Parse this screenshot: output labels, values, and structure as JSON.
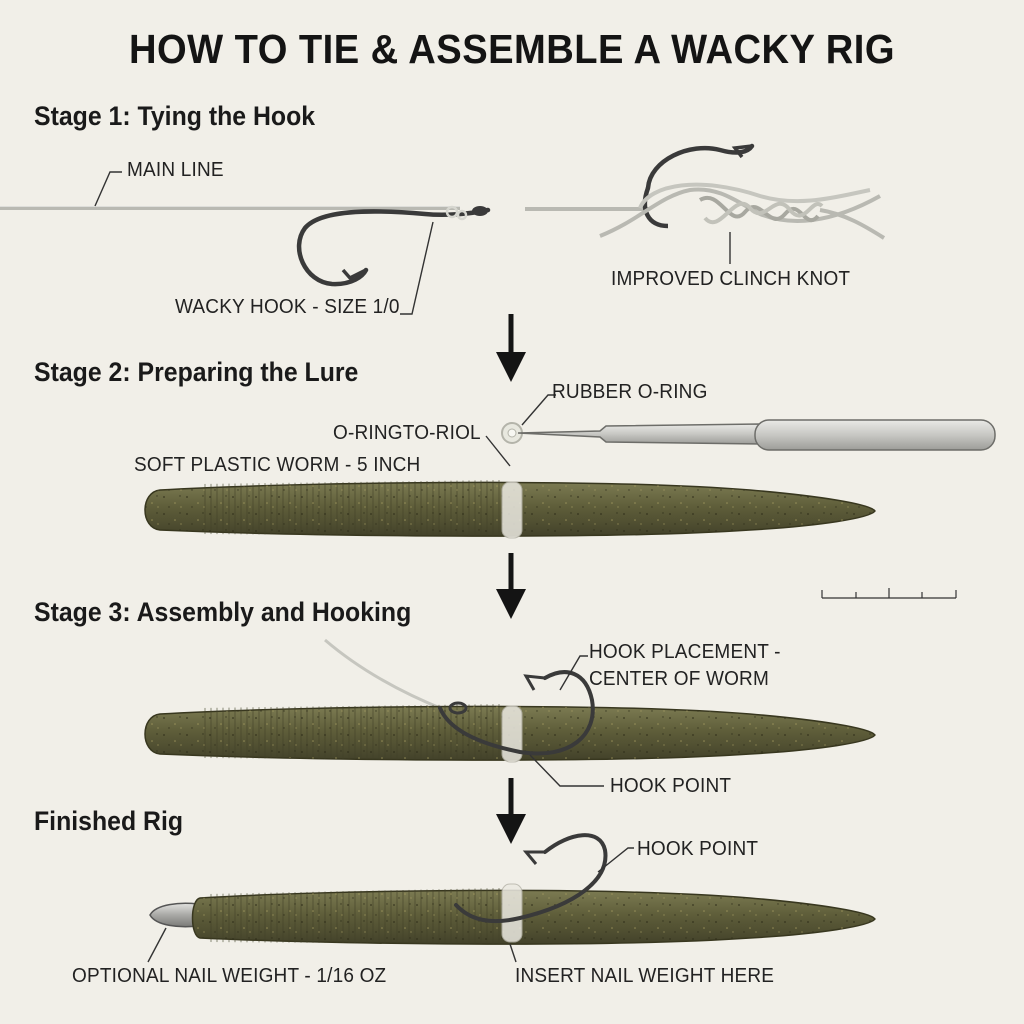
{
  "title": "HOW TO TIE & ASSEMBLE A WACKY RIG",
  "stages": {
    "stage1": "Stage 1: Tying the Hook",
    "stage2": "Stage 2: Preparing the Lure",
    "stage3": "Stage 3: Assembly and Hooking",
    "finished": "Finished Rig"
  },
  "labels": {
    "main_line": "MAIN LINE",
    "wacky_hook": "WACKY HOOK - SIZE 1/0",
    "clinch_knot": "IMPROVED CLINCH KNOT",
    "rubber_oring": "RUBBER O-RING",
    "oring_tool": "O-RINGTO-RIOL",
    "soft_worm": "SOFT PLASTIC WORM - 5 INCH",
    "hook_placement_1": "HOOK PLACEMENT -",
    "hook_placement_2": "CENTER OF WORM",
    "hook_point_stage3": "HOOK POINT",
    "hook_point_finished": "HOOK POINT",
    "nail_weight": "OPTIONAL NAIL WEIGHT - 1/16 OZ",
    "insert_nail": "INSERT NAIL WEIGHT HERE"
  },
  "colors": {
    "background": "#f1efe8",
    "worm": "#5f5e3a",
    "line": "#b9b9b2",
    "hook": "#3a3a3a",
    "oring": "#e8e8df"
  }
}
